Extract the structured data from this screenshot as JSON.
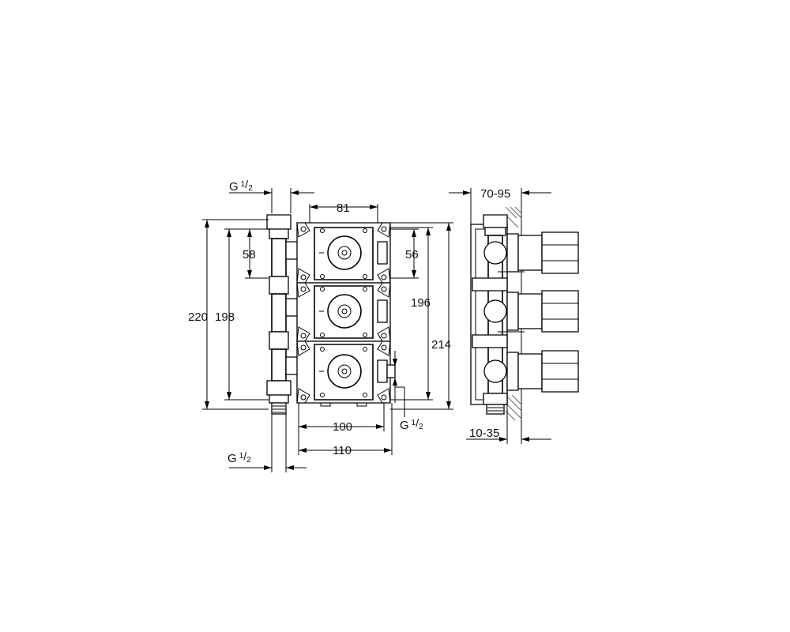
{
  "front_view": {
    "dim_width_top": "81",
    "dim_left_upper": "58",
    "dim_right_upper": "56",
    "dim_overall_height": "220",
    "dim_inner_height": "198",
    "dim_right_height": "196",
    "dim_right_outer_height": "214",
    "dim_bottom_inner": "100",
    "dim_bottom_outer": "110",
    "thread_top_left": {
      "prefix": "G",
      "num": "1",
      "den": "2"
    },
    "thread_bottom_left": {
      "prefix": "G",
      "num": "1",
      "den": "2"
    },
    "thread_bottom_right": {
      "prefix": "G",
      "num": "1",
      "den": "2"
    }
  },
  "side_view": {
    "dim_depth_top": "70-95",
    "dim_depth_bottom": "10-35"
  },
  "colors": {
    "line": "#000000",
    "background": "#ffffff",
    "hatch": "#666666"
  },
  "icons": [
    "cartridge-icon",
    "mounting-bracket-icon",
    "handle-icon"
  ]
}
